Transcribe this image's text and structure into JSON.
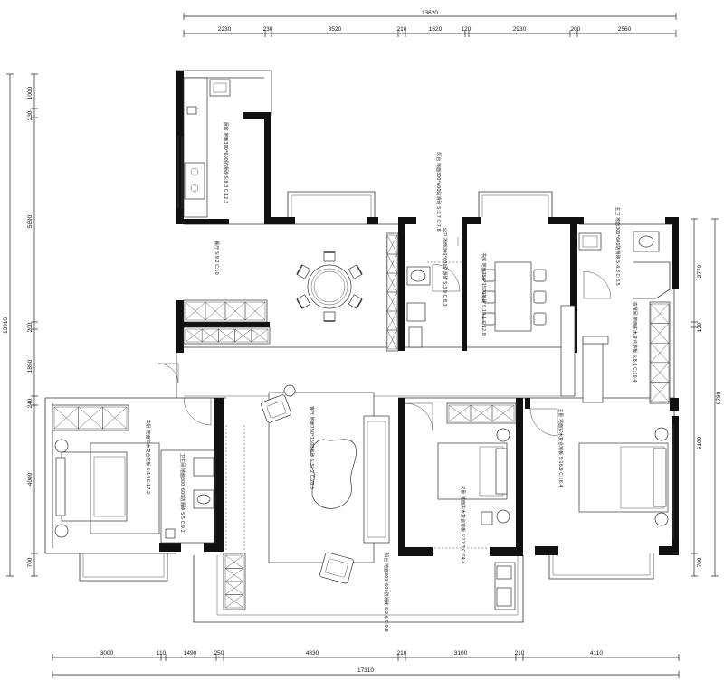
{
  "dimensions": {
    "top_total": "13620",
    "top_segments": [
      "2230",
      "230",
      "3520",
      "210",
      "1620",
      "120",
      "2930",
      "200",
      "2560"
    ],
    "bottom_total": "17310",
    "bottom_segments": [
      "3000",
      "110",
      "1490",
      "250",
      "4830",
      "210",
      "3100",
      "210",
      "4110"
    ],
    "left_total": "13910",
    "left_segments": [
      "1000",
      "230",
      "5690",
      "200",
      "1850",
      "240",
      "4000",
      "700"
    ],
    "right_total": "9780",
    "right_segments": [
      "2770",
      "120",
      "6190",
      "700"
    ]
  },
  "rooms": [
    {
      "id": "kitchen",
      "text": "厨房  地面300*600防滑砖  S:8.3  C:12.3"
    },
    {
      "id": "dining-side",
      "text": "餐厅  S:9.2  C:10"
    },
    {
      "id": "balcony-top",
      "text": "阳台  地面300*600防滑砖  S:3.7  C:7.8"
    },
    {
      "id": "public-bath",
      "text": "公卫  地面300*600防滑砖  S:3.9  C:8.3"
    },
    {
      "id": "study",
      "text": "书房  地面750*1500地砖  S:10.1  C:12.8"
    },
    {
      "id": "master-bath",
      "text": "主卫  地面300*600防滑砖  S:4.3  C:8.5"
    },
    {
      "id": "cloakroom",
      "text": "衣帽间  地面实木复合地板  S:8.8  C:10.4"
    },
    {
      "id": "living",
      "text": "客厅  地面750*1500地砖  S:37.2  C:28.3"
    },
    {
      "id": "bedroom-left",
      "text": "次卧  地面实木复合地板  S:14  C:17.2"
    },
    {
      "id": "bath-left",
      "text": "卫生间  地面300*600防滑砖  S:5  C:9.2"
    },
    {
      "id": "bedroom-mid",
      "text": "次卧  地面实木复合地板  S:12.3  C:14.4"
    },
    {
      "id": "master-bedroom",
      "text": "主卧  地面实木复合地板  S:16.9  C:16.4"
    },
    {
      "id": "balcony-bottom",
      "text": "阳台  地面300*600防滑砖  S:2.6  C:9.8"
    }
  ]
}
